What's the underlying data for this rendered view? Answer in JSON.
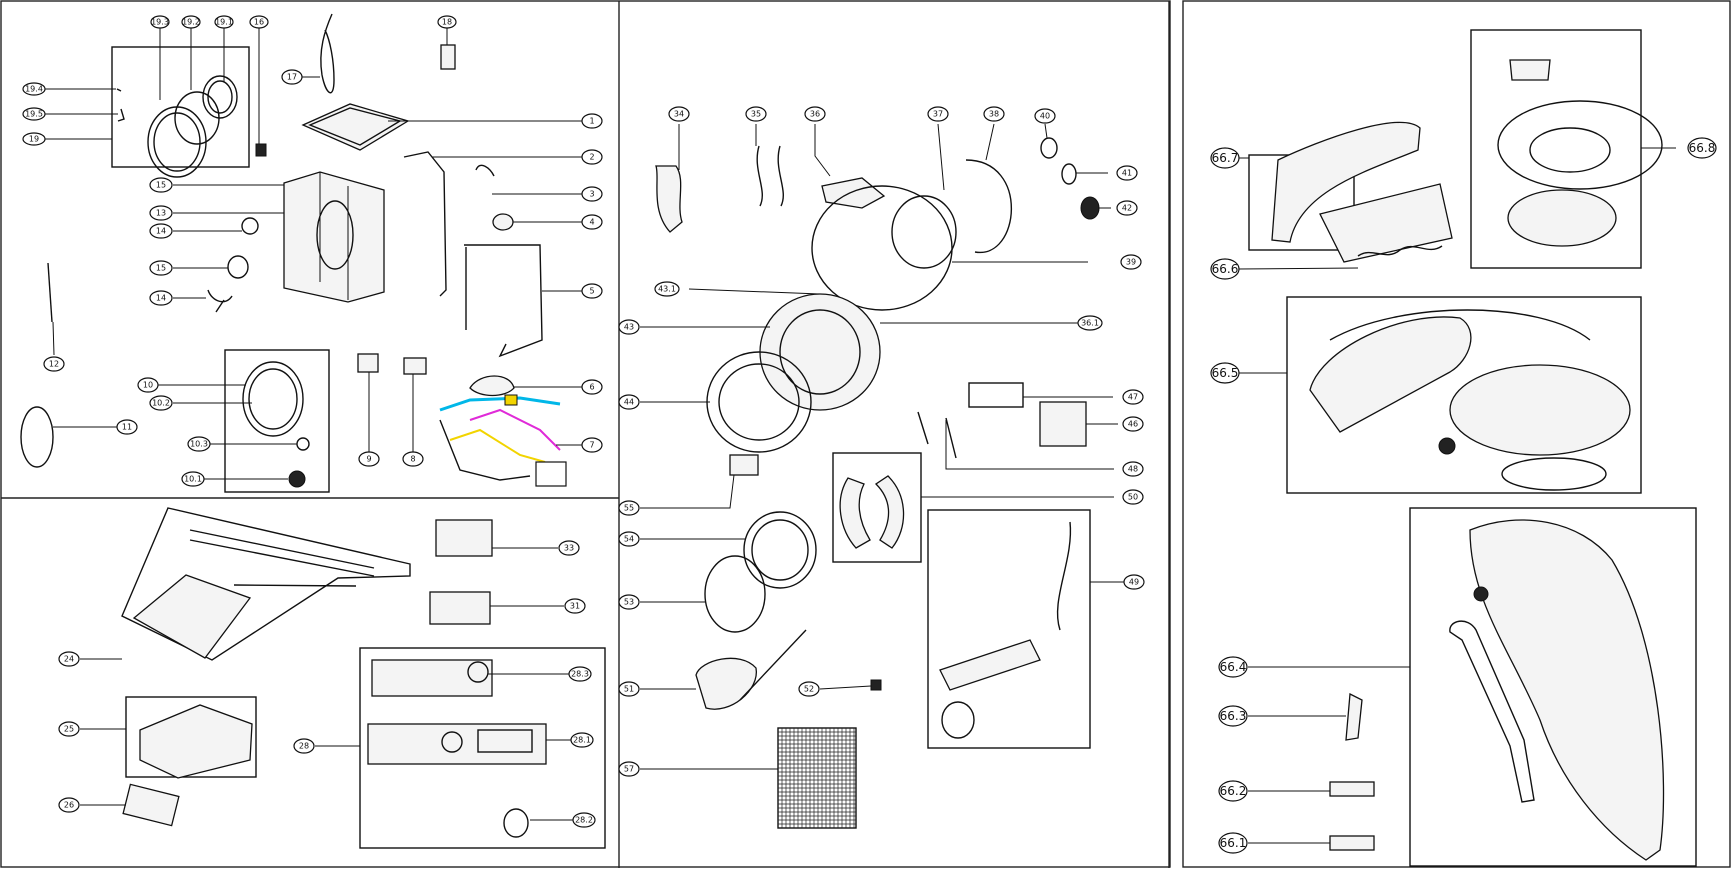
{
  "diagram": {
    "footer_caption": "",
    "colors": {
      "line": "#111111",
      "background": "#ffffff",
      "wire_cyan": "#00b7e8",
      "wire_magenta": "#e02ad8",
      "wire_yellow": "#f2d400"
    },
    "callouts": {
      "c19_3": "19.3",
      "c19_2": "19.2",
      "c19_1": "19.1",
      "c16": "16",
      "c18": "18",
      "c19_4": "19.4",
      "c19_5": "19.5",
      "c19": "19",
      "c17": "17",
      "c1": "1",
      "c2": "2",
      "c3": "3",
      "c4": "4",
      "c5": "5",
      "c6": "6",
      "c7": "7",
      "c8": "8",
      "c9": "9",
      "c15a": "15",
      "c13": "13",
      "c14a": "14",
      "c15b": "15",
      "c14b": "14",
      "c12": "12",
      "c10": "10",
      "c10_2": "10.2",
      "c10_3": "10.3",
      "c10_1": "10.1",
      "c11": "11",
      "c24": "24",
      "c25": "25",
      "c26": "26",
      "c33": "33",
      "c31": "31",
      "c28": "28",
      "c28_3": "28.3",
      "c28_1": "28.1",
      "c28_2": "28.2",
      "c34": "34",
      "c35": "35",
      "c36": "36",
      "c37": "37",
      "c38": "38",
      "c40": "40",
      "c41": "41",
      "c42": "42",
      "c39": "39",
      "c43_1": "43.1",
      "c36_1": "36.1",
      "c43": "43",
      "c44": "44",
      "c47": "47",
      "c46": "46",
      "c48": "48",
      "c50": "50",
      "c55": "55",
      "c54": "54",
      "c53": "53",
      "c49": "49",
      "c51": "51",
      "c52": "52",
      "c57": "57",
      "c66_7": "66.7",
      "c66_8": "66.8",
      "c66_6": "66.6",
      "c66_5": "66.5",
      "c66_4": "66.4",
      "c66_3": "66.3",
      "c66_2": "66.2",
      "c66_1": "66.1"
    }
  }
}
